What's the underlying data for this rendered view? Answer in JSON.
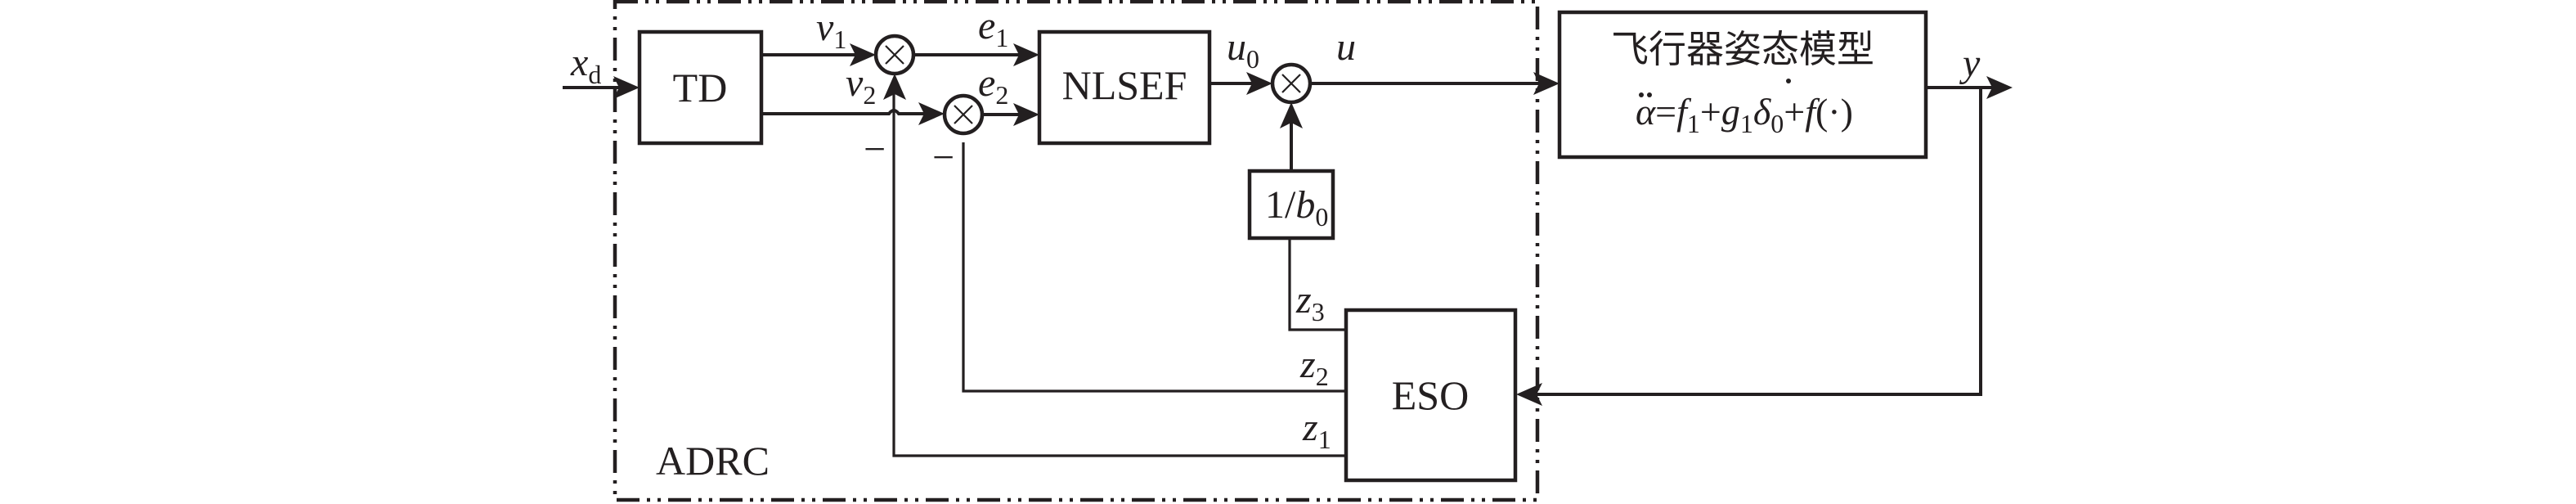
{
  "diagram": {
    "title": "ADRC attitude control structure",
    "container": {
      "label": "ADRC"
    },
    "blocks": {
      "td": {
        "label": "TD"
      },
      "nlsef": {
        "label": "NLSEF"
      },
      "gain": {
        "numerator": "1/",
        "var": "b",
        "sub": "0"
      },
      "eso": {
        "label": "ESO"
      },
      "plant": {
        "title": "飞行器姿态模型",
        "equation_parts": {
          "lhs": "α",
          "eq": "=",
          "f": "f",
          "f_sub": "1",
          "plus1": "+",
          "g": "g",
          "g_sub": "1",
          "delta": "δ",
          "delta_sub": "0",
          "plus2": "+",
          "fdot": "f",
          "args": "(·)"
        }
      }
    },
    "junctions": [
      {
        "id": "sum1",
        "symbol": "×",
        "minus_label": "−"
      },
      {
        "id": "sum2",
        "symbol": "×",
        "minus_label": "−"
      },
      {
        "id": "mult",
        "symbol": "×"
      }
    ],
    "signals": {
      "xd": {
        "var": "x",
        "sub": "d"
      },
      "v1": {
        "var": "v",
        "sub": "1"
      },
      "v2": {
        "var": "v",
        "sub": "2"
      },
      "e1": {
        "var": "e",
        "sub": "1"
      },
      "e2": {
        "var": "e",
        "sub": "2"
      },
      "u0": {
        "var": "u",
        "sub": "0"
      },
      "u": {
        "var": "u"
      },
      "y": {
        "var": "y"
      },
      "z1": {
        "var": "z",
        "sub": "1"
      },
      "z2": {
        "var": "z",
        "sub": "2"
      },
      "z3": {
        "var": "z",
        "sub": "3"
      }
    },
    "colors": {
      "ink": "#231f20",
      "background": "#ffffff"
    }
  }
}
